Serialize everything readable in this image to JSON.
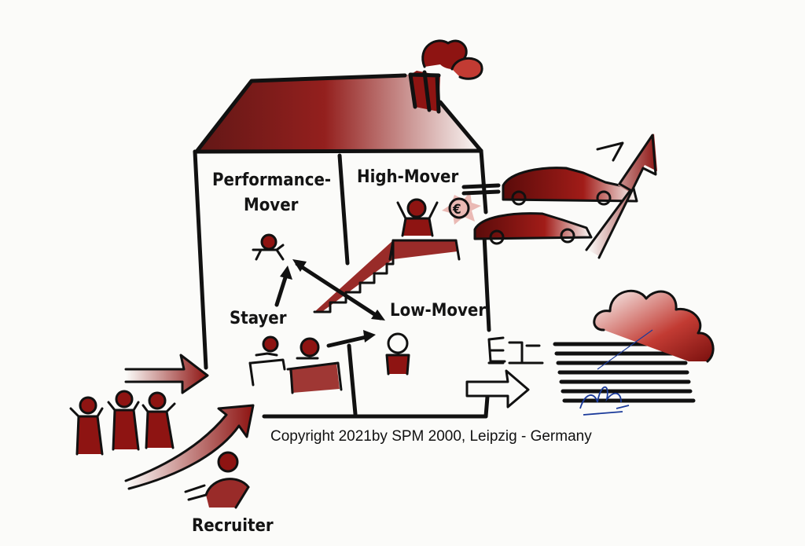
{
  "labels": {
    "performance_mover_line1": "Performance-",
    "performance_mover_line2": "Mover",
    "high_mover": "High-Mover",
    "stayer": "Stayer",
    "low_mover": "Low-Mover",
    "recruiter": "Recruiter",
    "euro": "€"
  },
  "copyright": "Copyright 2021by SPM 2000, Leipzig - Germany",
  "colors": {
    "ink": "#111111",
    "accent_red": "#8e1412"
  }
}
